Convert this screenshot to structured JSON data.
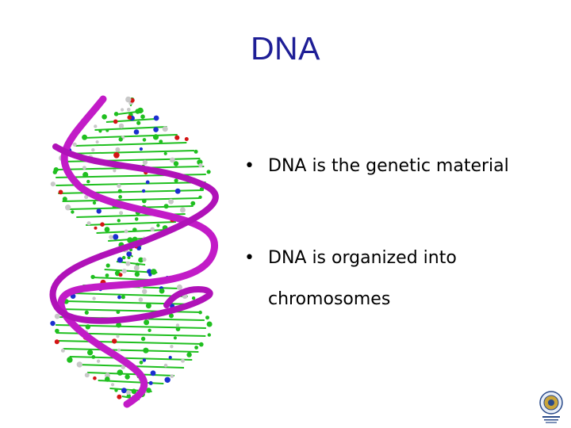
{
  "slide": {
    "title": "DNA",
    "bullets": [
      "DNA is the genetic material",
      "DNA is organized into chromosomes"
    ],
    "bullet_symbol": "•"
  },
  "images": {
    "helix": "dna-double-helix-molecular-model",
    "logo": "university-seal-logo"
  },
  "colors": {
    "title": "#1e1e96",
    "backbone": "#c21bc7",
    "carbon": "#1fbf1f",
    "oxygen": "#d41414",
    "nitrogen": "#1a2fcf",
    "hydrogen": "#c8c8c8"
  }
}
